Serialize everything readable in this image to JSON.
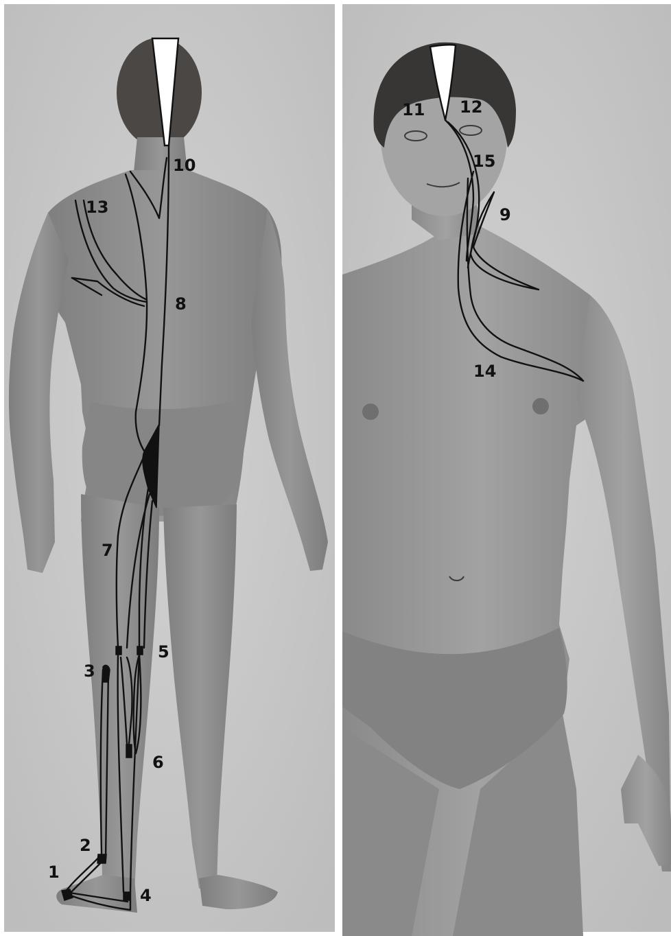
{
  "figure": {
    "panels": [
      {
        "id": "back-view",
        "labels": [
          "1",
          "2",
          "3",
          "4",
          "5",
          "6",
          "7",
          "8",
          "10",
          "13"
        ]
      },
      {
        "id": "front-view",
        "labels": [
          "11",
          "12",
          "15",
          "9",
          "14"
        ]
      }
    ]
  },
  "colors": {
    "background": "#ffffff",
    "panel_bg": "#c9c9c9",
    "skin": "#8e8e8e",
    "hair": "#3c3a38",
    "line": "#111111"
  }
}
